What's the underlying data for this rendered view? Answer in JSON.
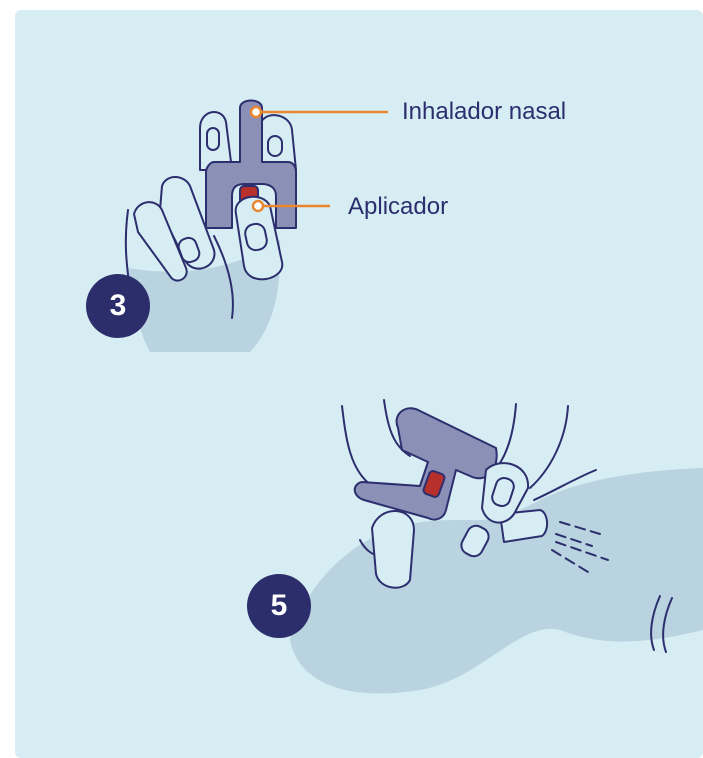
{
  "labels": {
    "nasal_inhaler": "Inhalador nasal",
    "applicator": "Aplicador"
  },
  "steps": {
    "step_a": "3",
    "step_b": "5"
  },
  "colors": {
    "background": "#d6edf3",
    "device": "#8b90b7",
    "outline": "#2c2e6e",
    "skin": "#b9d3e0",
    "applicator": "#b8302b",
    "callout": "#e9862e",
    "badge": "#2b2e6b"
  }
}
